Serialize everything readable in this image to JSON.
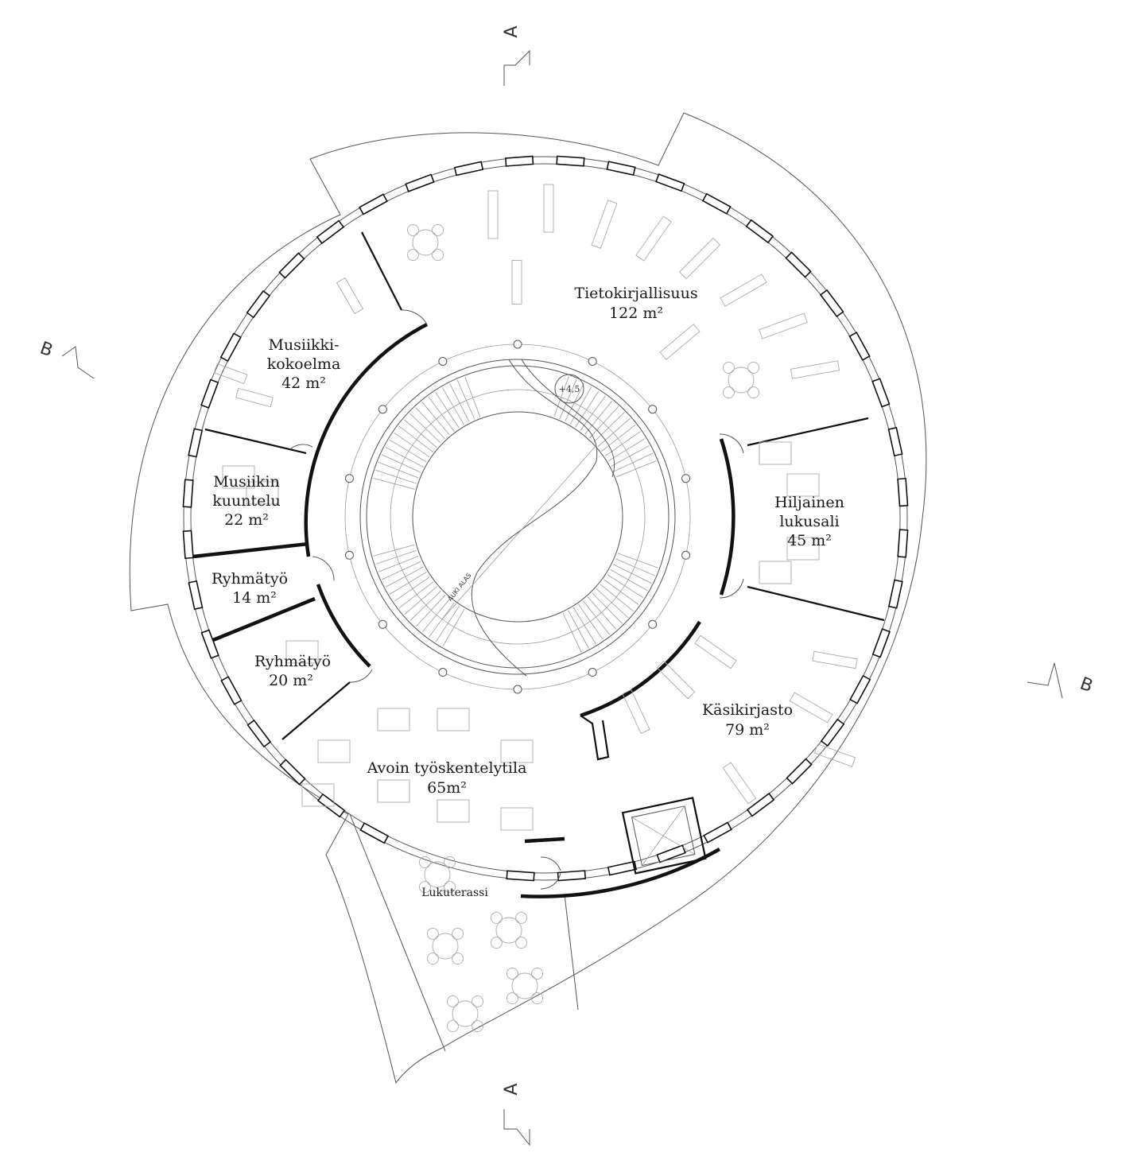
{
  "rooms": {
    "tietokirjallisuus": {
      "name": "Tietokirjallisuus",
      "area": "122 m²"
    },
    "musiikkikokoelma": {
      "name_line1": "Musiikki-",
      "name_line2": "kokoelma",
      "area": "42 m²"
    },
    "musiikin_kuuntelu": {
      "name_line1": "Musiikin",
      "name_line2": "kuuntelu",
      "area": "22 m²"
    },
    "ryhmatyo_1": {
      "name": "Ryhmätyö",
      "area": "14 m²"
    },
    "ryhmatyo_2": {
      "name": "Ryhmätyö",
      "area": "20 m²"
    },
    "hiljainen_lukusali": {
      "name_line1": "Hiljainen",
      "name_line2": "lukusali",
      "area": "45 m²"
    },
    "kasikirjasto": {
      "name": "Käsikirjasto",
      "area": "79 m²"
    },
    "avoin_tyoskentelytila": {
      "name": "Avoin työskentelytila",
      "area": "65m²"
    },
    "lukuterassi": {
      "name": "Lukuterassi"
    }
  },
  "annotations": {
    "stair_note": "AUKI ALAS",
    "level_marker": "+4,5"
  },
  "section_marks": {
    "a_top": "A",
    "a_bottom": "A",
    "b_left": "B",
    "b_right": "B"
  }
}
